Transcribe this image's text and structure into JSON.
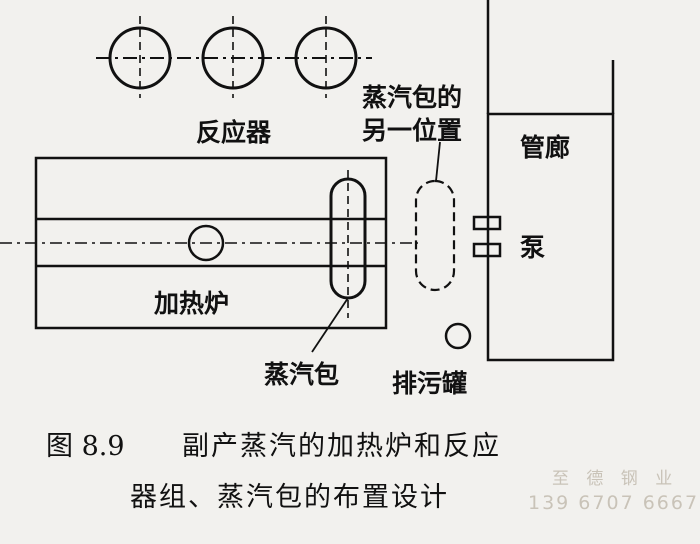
{
  "labels": {
    "reactor": "反应器",
    "alt_drum_line1": "蒸汽包的",
    "alt_drum_line2": "另一位置",
    "pipe_rack": "管廊",
    "pump": "泵",
    "heater": "加热炉",
    "drum": "蒸汽包",
    "blowdown": "排污罐"
  },
  "caption": {
    "number": "图 8.9",
    "line1": "副产蒸汽的加热炉和反应",
    "line2": "器组、蒸汽包的布置设计"
  },
  "watermark": {
    "company": "至 德 钢 业",
    "phone": "139 6707 6667"
  },
  "colors": {
    "ink": "#111111",
    "paper": "#f2f1ee",
    "bleed": "#d6d5d1",
    "watermark": "#c9c3b8"
  }
}
